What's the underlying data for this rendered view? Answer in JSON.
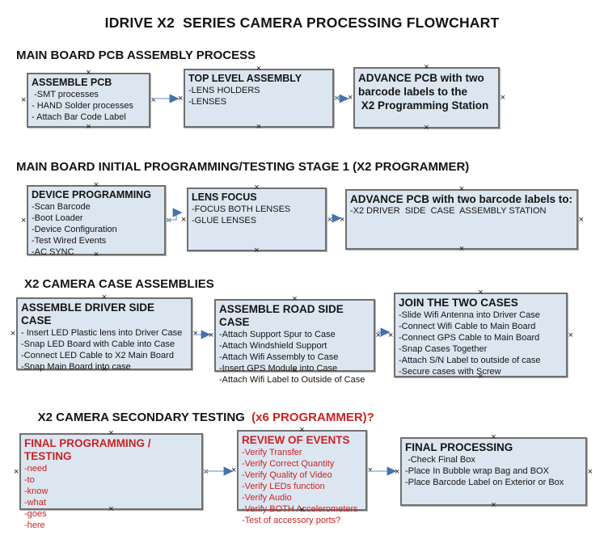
{
  "title": "IDRIVE X2  SERIES CAMERA PROCESSING FLOWCHART",
  "colors": {
    "box_fill": "#dce6f1",
    "box_border": "#6f6f6f",
    "text_black": "#141414",
    "text_red": "#cc2222",
    "arrow_line": "#95b3d7",
    "arrow_head": "#4472a8"
  },
  "icons": {
    "anchor": "×",
    "arrow": "right-arrowhead"
  },
  "sections": [
    {
      "heading": "MAIN BOARD PCB ASSEMBLY PROCESS",
      "boxes": [
        {
          "title": "ASSEMBLE PCB",
          "items": [
            " -SMT processes",
            "- HAND Solder processes",
            "- Attach Bar Code Label"
          ]
        },
        {
          "title": "TOP LEVEL ASSEMBLY",
          "items": [
            "-LENS HOLDERS",
            "-LENSES"
          ]
        },
        {
          "title": "ADVANCE PCB with two\nbarcode labels to the\n X2 Programming Station",
          "items": []
        }
      ]
    },
    {
      "heading": "MAIN BOARD INITIAL PROGRAMMING/TESTING STAGE 1 (X2 PROGRAMMER)",
      "boxes": [
        {
          "title": "DEVICE PROGRAMMING",
          "items": [
            "-Scan Barcode",
            "-Boot Loader",
            "-Device Configuration",
            "-Test Wired Events",
            "-AC SYNC"
          ]
        },
        {
          "title": "LENS FOCUS",
          "items": [
            "-FOCUS BOTH LENSES",
            "-GLUE LENSES"
          ]
        },
        {
          "title": "ADVANCE PCB with two barcode labels to:",
          "items": [
            "-X2 DRIVER  SIDE  CASE  ASSEMBLY STATION"
          ]
        }
      ]
    },
    {
      "heading": "X2 CAMERA CASE ASSEMBLIES",
      "boxes": [
        {
          "title": "ASSEMBLE DRIVER SIDE CASE",
          "items": [
            "- Insert LED Plastic lens into Driver Case",
            "-Snap LED Board with Cable into Case",
            "-Connect LED Cable to X2 Main Board",
            "-Snap Main Board into case"
          ]
        },
        {
          "title": "ASSEMBLE ROAD SIDE CASE",
          "items": [
            "-Attach Support Spur to Case",
            "-Attach Windshield Support",
            "-Attach Wifi Assembly to Case",
            "-Insert GPS Module into Case",
            "-Attach Wifi Label to Outside of Case"
          ]
        },
        {
          "title": "JOIN THE TWO CASES",
          "items": [
            "-Slide Wifi Antenna into Driver Case",
            "-Connect Wifi Cable to Main Board",
            "-Connect GPS Cable to Main Board",
            "-Snap Cases Together",
            "-Attach S/N Label to outside of case",
            "-Secure cases with Screw"
          ]
        }
      ]
    },
    {
      "heading": "X2 CAMERA SECONDARY TESTING ",
      "heading_red": " (x6 PROGRAMMER)?",
      "boxes": [
        {
          "title": "FINAL PROGRAMMING / TESTING",
          "items": [
            "-need",
            "-to",
            "-know",
            "-what",
            "-goes",
            "-here"
          ]
        },
        {
          "title": "REVIEW OF EVENTS",
          "items": [
            "-Verify Transfer",
            "-Verify Correct Quantity",
            "-Verify Quality of Video",
            "-Verify LEDs function",
            "-Verify Audio",
            "-Verify BOTH Accelerometers",
            "-Test of accessory ports?"
          ]
        },
        {
          "title": "FINAL PROCESSING",
          "items": [
            " -Check Final Box",
            "-Place In Bubble wrap Bag and BOX",
            "-Place Barcode Label on Exterior or Box"
          ]
        }
      ]
    }
  ]
}
